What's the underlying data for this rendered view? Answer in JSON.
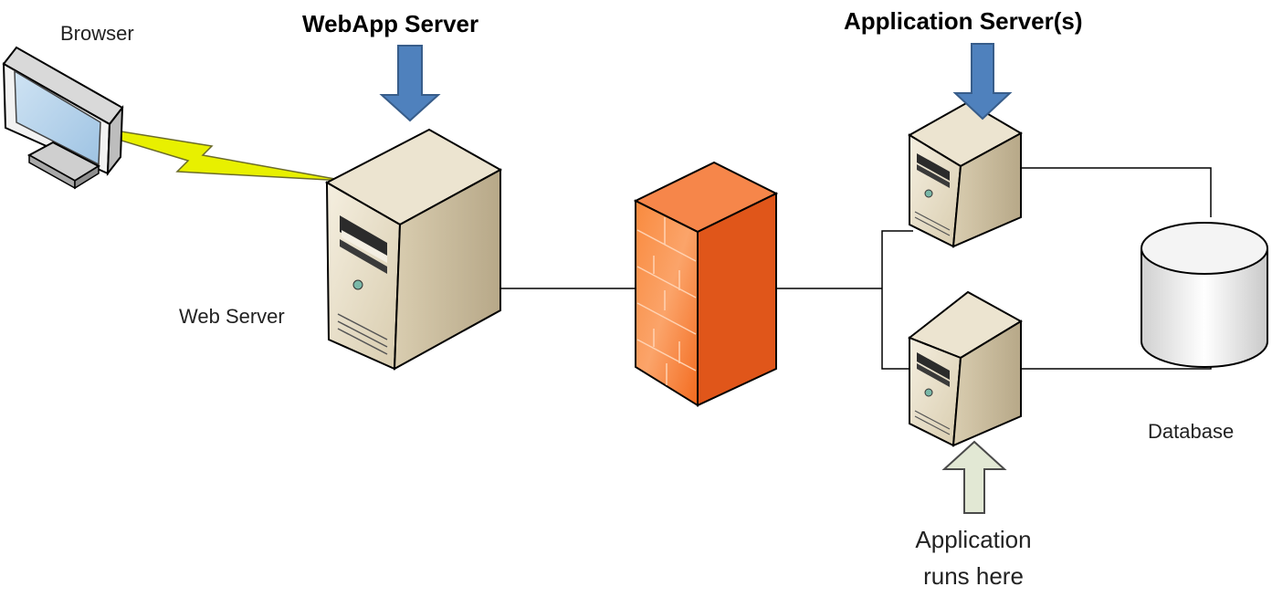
{
  "labels": {
    "browser": "Browser",
    "webapp_server": "WebApp Server",
    "application_servers": "Application Server(s)",
    "web_server": "Web Server",
    "database": "Database",
    "app_runs_line1": "Application",
    "app_runs_line2": "runs here"
  },
  "colors": {
    "blue_arrow": "#4f81bd",
    "light_arrow": "#e2e8d4",
    "firewall": "#f36a1e",
    "server_body": "#e6dcc4",
    "lightning": "#e8f000"
  },
  "icons": {
    "browser": "monitor-icon",
    "web_server": "tower-server-icon",
    "firewall": "firewall-icon",
    "app_servers": "server-icon",
    "database": "database-icon"
  }
}
